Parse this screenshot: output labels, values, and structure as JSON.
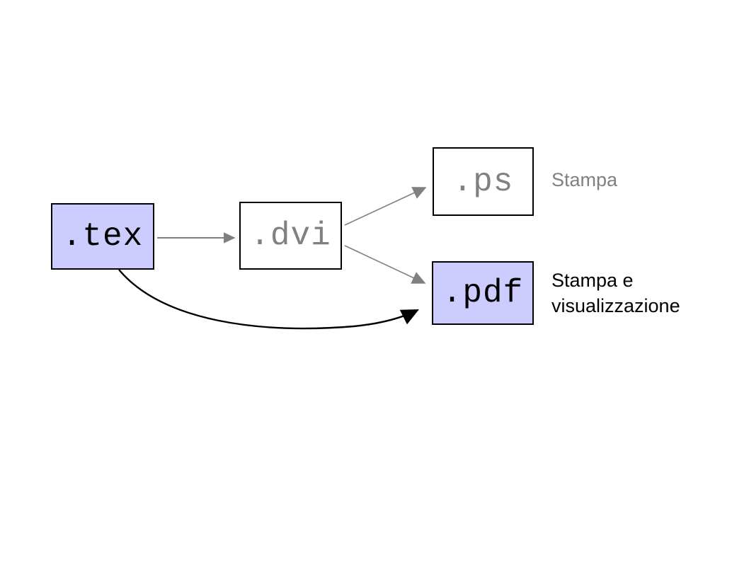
{
  "diagram": {
    "title": "LaTeX output formats workflow",
    "background": "#ffffff",
    "palette": {
      "node_fill_highlight": "#ccccff",
      "node_fill_plain": "#ffffff",
      "node_border": "#000000",
      "text_black": "#000000",
      "text_gray": "#808080",
      "edge_gray": "#808080",
      "edge_black": "#000000"
    },
    "nodes": [
      {
        "id": "tex",
        "label": ".tex"
      },
      {
        "id": "dvi",
        "label": ".dvi"
      },
      {
        "id": "ps",
        "label": ".ps"
      },
      {
        "id": "pdf",
        "label": ".pdf"
      }
    ],
    "captions": [
      {
        "id": "ps-caption",
        "text": "Stampa"
      },
      {
        "id": "pdf-caption",
        "text": "Stampa e\nvisualizzazione"
      }
    ],
    "edges": [
      {
        "id": "tex-to-dvi",
        "from": ".tex",
        "to": ".dvi",
        "style": "straight",
        "color": "#808080"
      },
      {
        "id": "dvi-to-ps",
        "from": ".dvi",
        "to": ".ps",
        "style": "straight",
        "color": "#808080"
      },
      {
        "id": "dvi-to-pdf",
        "from": ".dvi",
        "to": ".pdf",
        "style": "straight",
        "color": "#808080"
      },
      {
        "id": "tex-to-pdf",
        "from": ".tex",
        "to": ".pdf",
        "style": "curved",
        "color": "#000000"
      }
    ]
  }
}
